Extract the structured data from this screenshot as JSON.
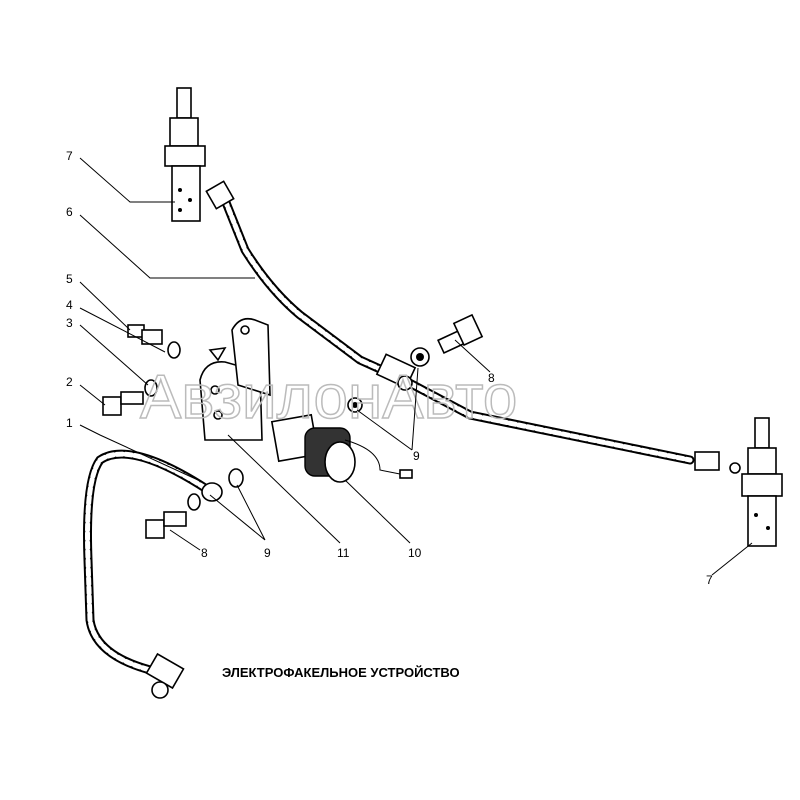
{
  "title": "ЭЛЕКТРОФАКЕЛЬНОЕ УСТРОЙСТВО",
  "watermark": "АвзилонАвто",
  "callouts": [
    "7",
    "6",
    "5",
    "4",
    "3",
    "2",
    "1",
    "8",
    "9",
    "11",
    "10",
    "9",
    "8",
    "7"
  ]
}
